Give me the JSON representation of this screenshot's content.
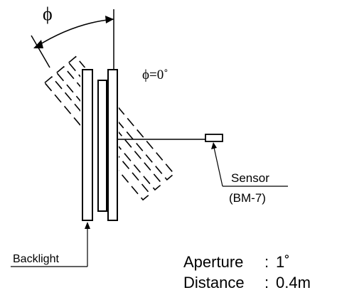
{
  "diagram": {
    "angle_symbol": "ϕ",
    "zero_angle_label": "ϕ=0˚",
    "sensor": {
      "name": "Sensor",
      "model": "(BM-7)"
    },
    "backlight_label": "Backlight",
    "specs": [
      {
        "key": "Aperture",
        "sep": ":",
        "value": "1˚"
      },
      {
        "key": "Distance",
        "sep": ":",
        "value": "0.4m"
      }
    ]
  },
  "colors": {
    "line": "#000000",
    "background": "#ffffff"
  }
}
